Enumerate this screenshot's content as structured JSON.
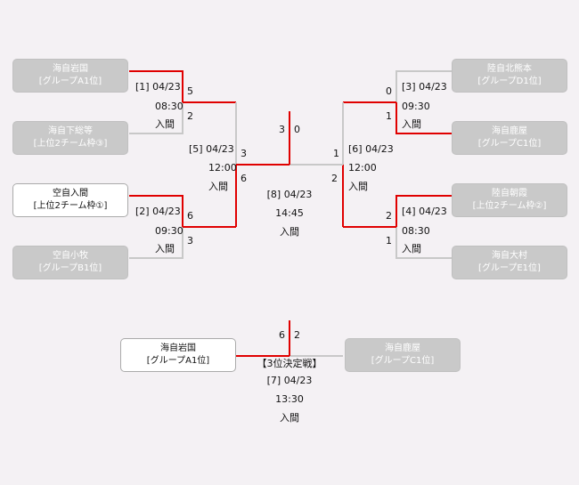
{
  "colors": {
    "winner_line": "#e00000",
    "loser_line": "#c8c8c8"
  },
  "teams": {
    "t1": {
      "name": "海自岩国",
      "qual": "[グループA1位]",
      "status": "lost"
    },
    "t2": {
      "name": "海自下総等",
      "qual": "[上位2チーム枠③]",
      "status": "lost"
    },
    "t3": {
      "name": "空自入間",
      "qual": "[上位2チーム枠①]",
      "status": "winner"
    },
    "t4": {
      "name": "空自小牧",
      "qual": "[グループB1位]",
      "status": "lost"
    },
    "t5": {
      "name": "陸自北熊本",
      "qual": "[グループD1位]",
      "status": "lost"
    },
    "t6": {
      "name": "海自鹿屋",
      "qual": "[グループC1位]",
      "status": "lost"
    },
    "t7": {
      "name": "陸自朝霞",
      "qual": "[上位2チーム枠②]",
      "status": "lost"
    },
    "t8": {
      "name": "海自大村",
      "qual": "[グループE1位]",
      "status": "lost"
    },
    "third_a": {
      "name": "海自岩国",
      "qual": "[グループA1位]",
      "status": "winner"
    },
    "third_b": {
      "name": "海自鹿屋",
      "qual": "[グループC1位]",
      "status": "lost"
    }
  },
  "matches": {
    "m1": {
      "label": "[1] 04/23",
      "time": "08:30",
      "venue": "入間",
      "score_top": "5",
      "score_bottom": "2"
    },
    "m2": {
      "label": "[2] 04/23",
      "time": "09:30",
      "venue": "入間",
      "score_top": "6",
      "score_bottom": "3"
    },
    "m3": {
      "label": "[3] 04/23",
      "time": "09:30",
      "venue": "入間",
      "score_top": "0",
      "score_bottom": "1"
    },
    "m4": {
      "label": "[4] 04/23",
      "time": "08:30",
      "venue": "入間",
      "score_top": "2",
      "score_bottom": "1"
    },
    "m5": {
      "label": "[5] 04/23",
      "time": "12:00",
      "venue": "入間",
      "score_top": "3",
      "score_bottom": "6"
    },
    "m6": {
      "label": "[6] 04/23",
      "time": "12:00",
      "venue": "入間",
      "score_top": "1",
      "score_bottom": "2"
    },
    "m8": {
      "label": "[8] 04/23",
      "time": "14:45",
      "venue": "入間",
      "score_left": "3",
      "score_right": "0"
    },
    "m7": {
      "title": "【3位決定戦】",
      "label": "[7] 04/23",
      "time": "13:30",
      "venue": "入間",
      "score_left": "6",
      "score_right": "2"
    }
  }
}
